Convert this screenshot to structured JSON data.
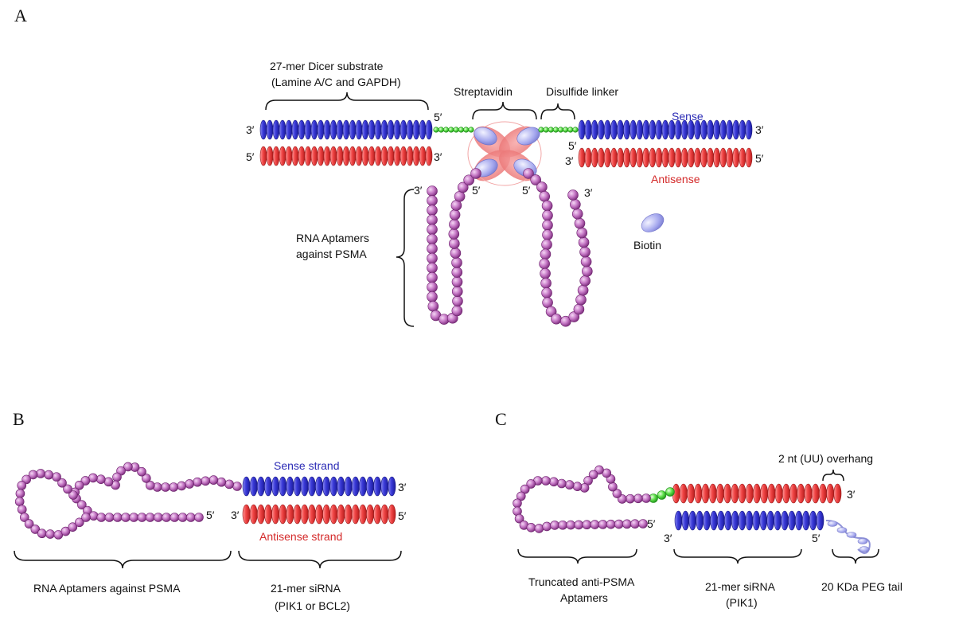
{
  "panels": {
    "a": "A",
    "b": "B",
    "c": "C"
  },
  "panel_a": {
    "dicer_line1": "27-mer Dicer substrate",
    "dicer_line2": "(Lamine A/C and GAPDH)",
    "streptavidin": "Streptavidin",
    "disulfide": "Disulfide linker",
    "sense": "Sense",
    "antisense": "Antisense",
    "aptamer_line1": "RNA Aptamers",
    "aptamer_line2": "against PSMA",
    "biotin": "Biotin",
    "end_a1": "3′",
    "end_a2": "5′",
    "end_a3": "3′",
    "end_a4": "5′",
    "end_a5": "3′",
    "end_a6": "5′",
    "end_a7": "3′",
    "end_a8": "5′",
    "end_a9": "3′",
    "end_a10": "5′",
    "end_a11": "5′",
    "end_a12": "3′"
  },
  "panel_b": {
    "sense": "Sense strand",
    "antisense": "Antisense strand",
    "aptamer": "RNA Aptamers against PSMA",
    "sirna_line1": "21-mer siRNA",
    "sirna_line2": "(PIK1 or BCL2)",
    "end_b1": "3′",
    "end_b2": "3′",
    "end_b3": "5′",
    "end_b4": "5′"
  },
  "panel_c": {
    "overhang": "2 nt (UU) overhang",
    "aptamer_line1": "Truncated anti-PSMA",
    "aptamer_line2": "Aptamers",
    "sirna_line1": "21-mer siRNA",
    "sirna_line2": "(PIK1)",
    "peg": "20 KDa PEG tail",
    "end_c1": "3′",
    "end_c2": "5′",
    "end_c3": "3′",
    "end_c4": "5′"
  },
  "colors": {
    "sense_strand": "#3a3ad8",
    "antisense_strand": "#f04545",
    "aptamer_bead": "#c77ac7",
    "linker_bead": "#5ee04a",
    "biotin": "#a5a8ee",
    "streptavidin": "#f29a9a"
  }
}
